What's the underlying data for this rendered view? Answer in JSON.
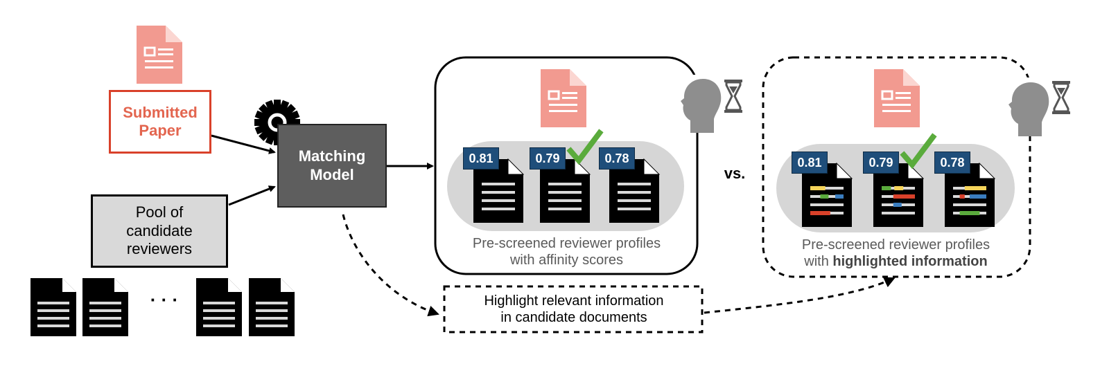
{
  "colors": {
    "paper_icon": "#f29a90",
    "submitted_border": "#d9412a",
    "submitted_text": "#e3654f",
    "model_fill": "#5e5e5e",
    "pool_fill": "#d9d9d9",
    "score_badge": "#1f4e7a",
    "check": "#5aab3c",
    "profile_bg": "#d6d6d6",
    "head": "#8e8e8e",
    "highlight_yellow": "#f5d45a",
    "highlight_green": "#5aab3c",
    "highlight_blue": "#3a7dbf",
    "highlight_red": "#d9412a"
  },
  "left": {
    "submitted_paper": "Submitted Paper",
    "pool": "Pool of candidate reviewers",
    "ellipsis": "· · ·",
    "matching_model": "Matching Model"
  },
  "panel_a": {
    "scores": [
      "0.81",
      "0.79",
      "0.78"
    ],
    "selected_index": 1,
    "caption_line1": "Pre-screened reviewer profiles",
    "caption_line2": "with affinity scores"
  },
  "vs_label": "vs.",
  "panel_b": {
    "scores": [
      "0.81",
      "0.79",
      "0.78"
    ],
    "selected_index": 1,
    "caption_line1": "Pre-screened reviewer profiles",
    "caption_line2_plain": "with ",
    "caption_line2_bold": "highlighted information"
  },
  "highlight_box": {
    "line1": "Highlight relevant information",
    "line2": "in candidate documents"
  }
}
